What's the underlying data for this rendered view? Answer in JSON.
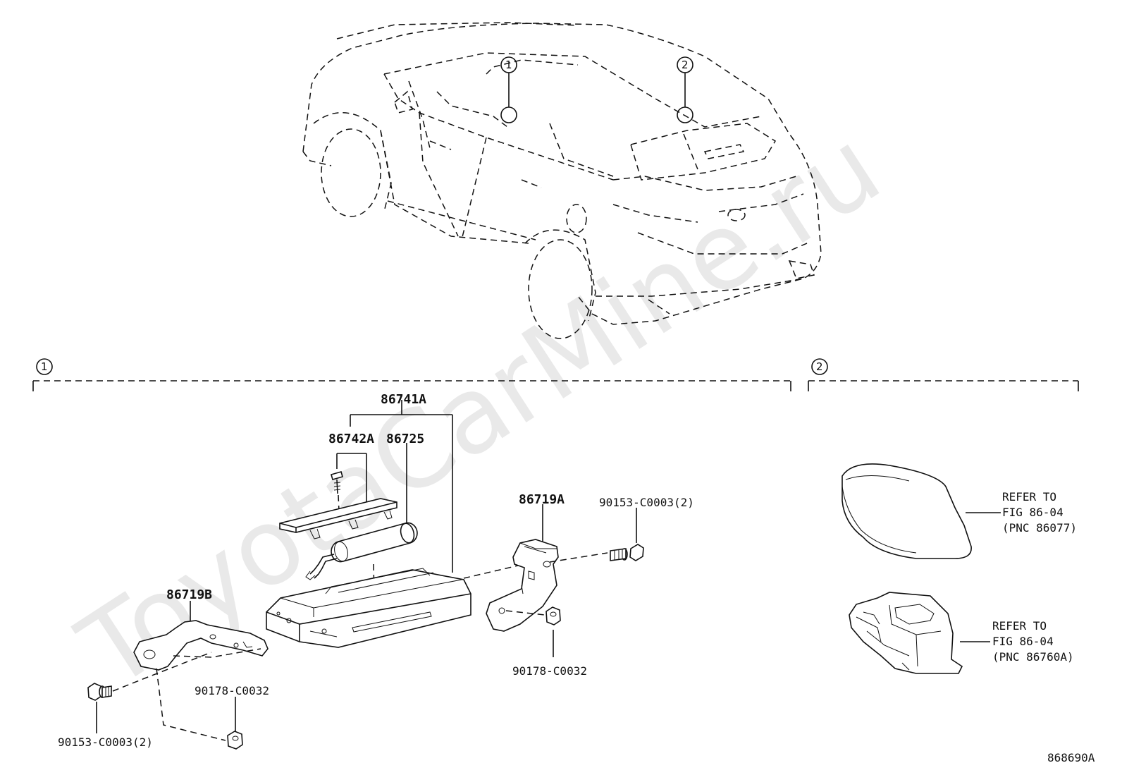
{
  "watermark": "ToyotaCarMine.ru",
  "diagram_code": "868690A",
  "callouts": {
    "c1": "1",
    "c2": "2"
  },
  "group1": {
    "assembly": "86741A",
    "parts": {
      "p86742a": "86742A",
      "p86725": "86725",
      "p86719a": "86719A",
      "p86719b": "86719B",
      "bolt_right": "90153-C0003(2)",
      "bolt_left": "90153-C0003(2)",
      "nut_right": "90178-C0032",
      "nut_left": "90178-C0032"
    }
  },
  "group2": {
    "ref_upper": [
      "REFER TO",
      "FIG 86-04",
      "(PNC 86077)"
    ],
    "ref_lower": [
      "REFER TO",
      "FIG 86-04",
      "(PNC 86760A)"
    ]
  }
}
